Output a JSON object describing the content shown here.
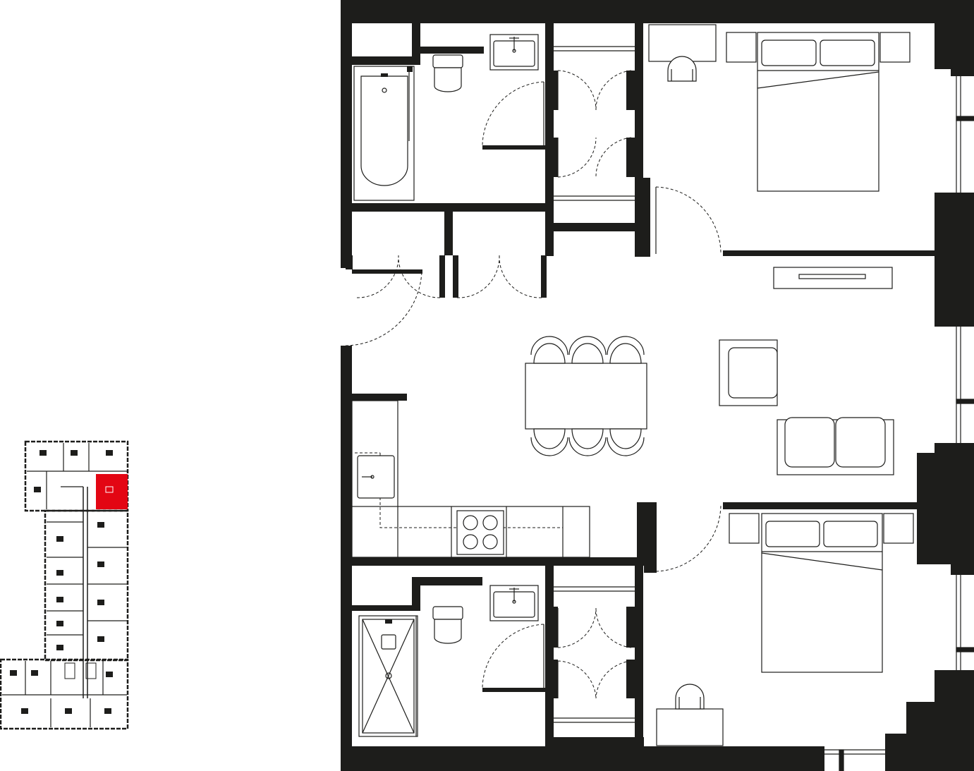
{
  "key_plan": {
    "highlight_color": "#e30613",
    "wall_color": "#1d1d1b"
  },
  "floor_plan": {
    "wall_color": "#1d1d1b",
    "background_color": "#ffffff",
    "rooms": [
      "bedroom",
      "bedroom",
      "bathroom",
      "shower-room",
      "living-dining",
      "kitchen",
      "hallway"
    ]
  }
}
